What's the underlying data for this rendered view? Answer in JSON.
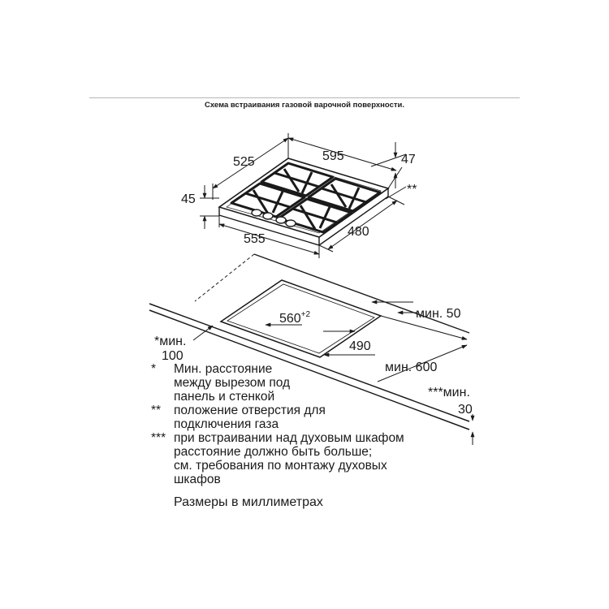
{
  "title": "Схема встраивания газовой варочной поверхности.",
  "hob_dimensions": {
    "width": "525",
    "depth": "595",
    "top": "47",
    "height": "45",
    "gas_marker": "**",
    "front_width": "555",
    "side_depth": "480"
  },
  "cutout_dimensions": {
    "width_base": "560",
    "width_tolerance": "+2",
    "depth": "490",
    "min_rear": "мин. 50",
    "min_depth": "мин. 600",
    "min_side_line1": "*мин.",
    "min_side_line2": "100",
    "min_bottom_line1": "***мин.",
    "min_bottom_line2": "30"
  },
  "notes": [
    {
      "mark": "*",
      "lines": [
        "Мин. расстояние",
        "между вырезом под",
        "панель и стенкой"
      ]
    },
    {
      "mark": "**",
      "lines": [
        "положение отверстия для",
        "подключения газа"
      ]
    },
    {
      "mark": "***",
      "lines": [
        "при встраивании над духовым шкафом",
        "расстояние должно быть больше;",
        "см. требования по монтажу духовых",
        "шкафов"
      ]
    }
  ],
  "units_label": "Размеры в миллиметрах",
  "colors": {
    "line": "#1a1a1a",
    "rule": "#b5b5b5",
    "background": "#ffffff"
  }
}
